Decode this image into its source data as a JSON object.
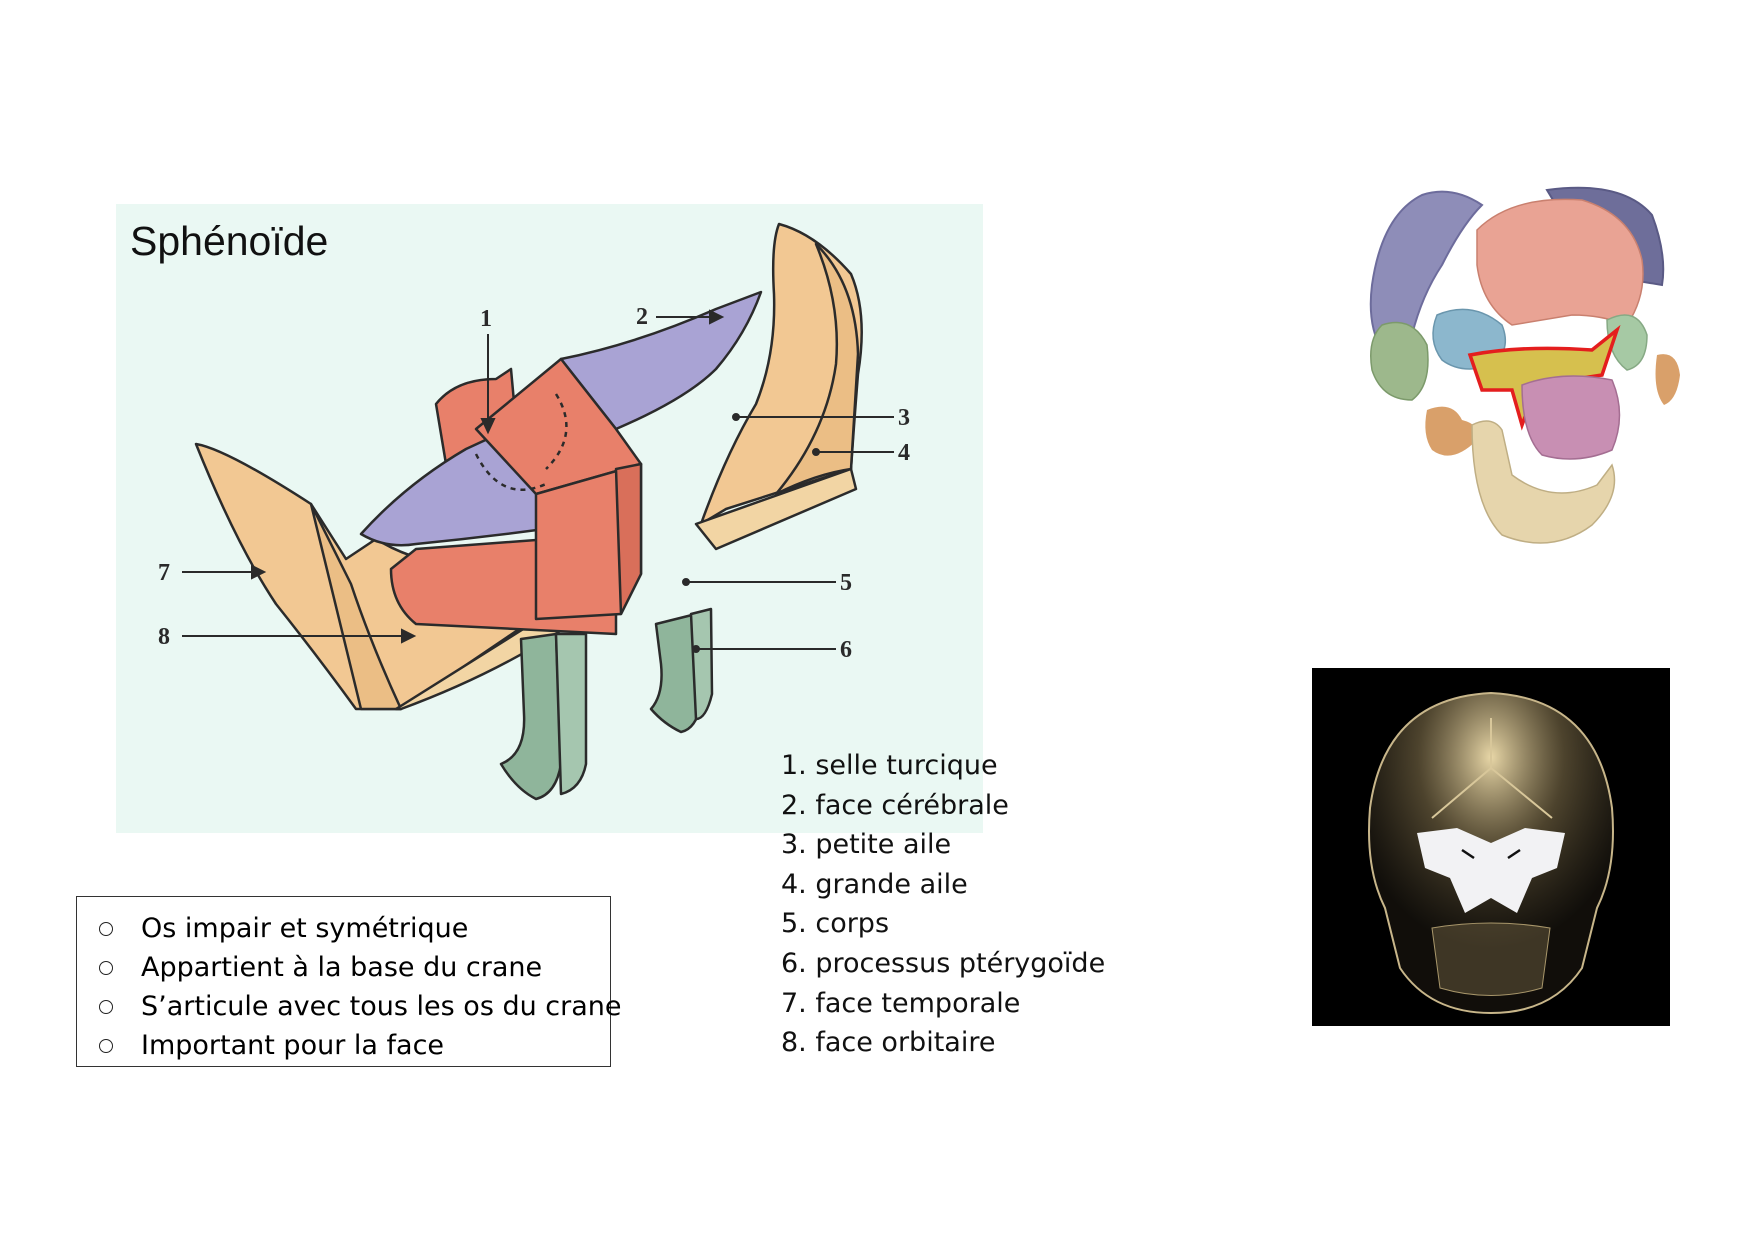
{
  "diagram": {
    "title": "Sphénoïde",
    "callout_numbers": [
      "1",
      "2",
      "3",
      "4",
      "5",
      "6",
      "7",
      "8"
    ],
    "colors": {
      "background": "#EAF8F3",
      "body": "#E8806A",
      "lesser_wing": "#A9A3D4",
      "greater_wing": "#F2C893",
      "pterygoid": "#8FB59B",
      "outline": "#2b2b2b"
    }
  },
  "legend": {
    "items": [
      "1. selle turcique",
      "2. face cérébrale",
      "3. petite aile",
      "4. grande aile",
      "5. corps",
      "6. processus ptérygoïde",
      "7. face temporale",
      "8. face orbitaire"
    ]
  },
  "facts": {
    "bullet_icon": "hollow-circle",
    "items": [
      "Os impair et symétrique",
      "Appartient à la base du crane",
      "S’articule avec tous les os du crane",
      "Important pour la face"
    ]
  },
  "images": {
    "exploded_skull": {
      "highlight_color": "#E41E1E",
      "highlight_target": "sphenoid"
    },
    "xray_skull": {
      "background": "#000000",
      "highlight_color": "#F2F2F4"
    }
  }
}
